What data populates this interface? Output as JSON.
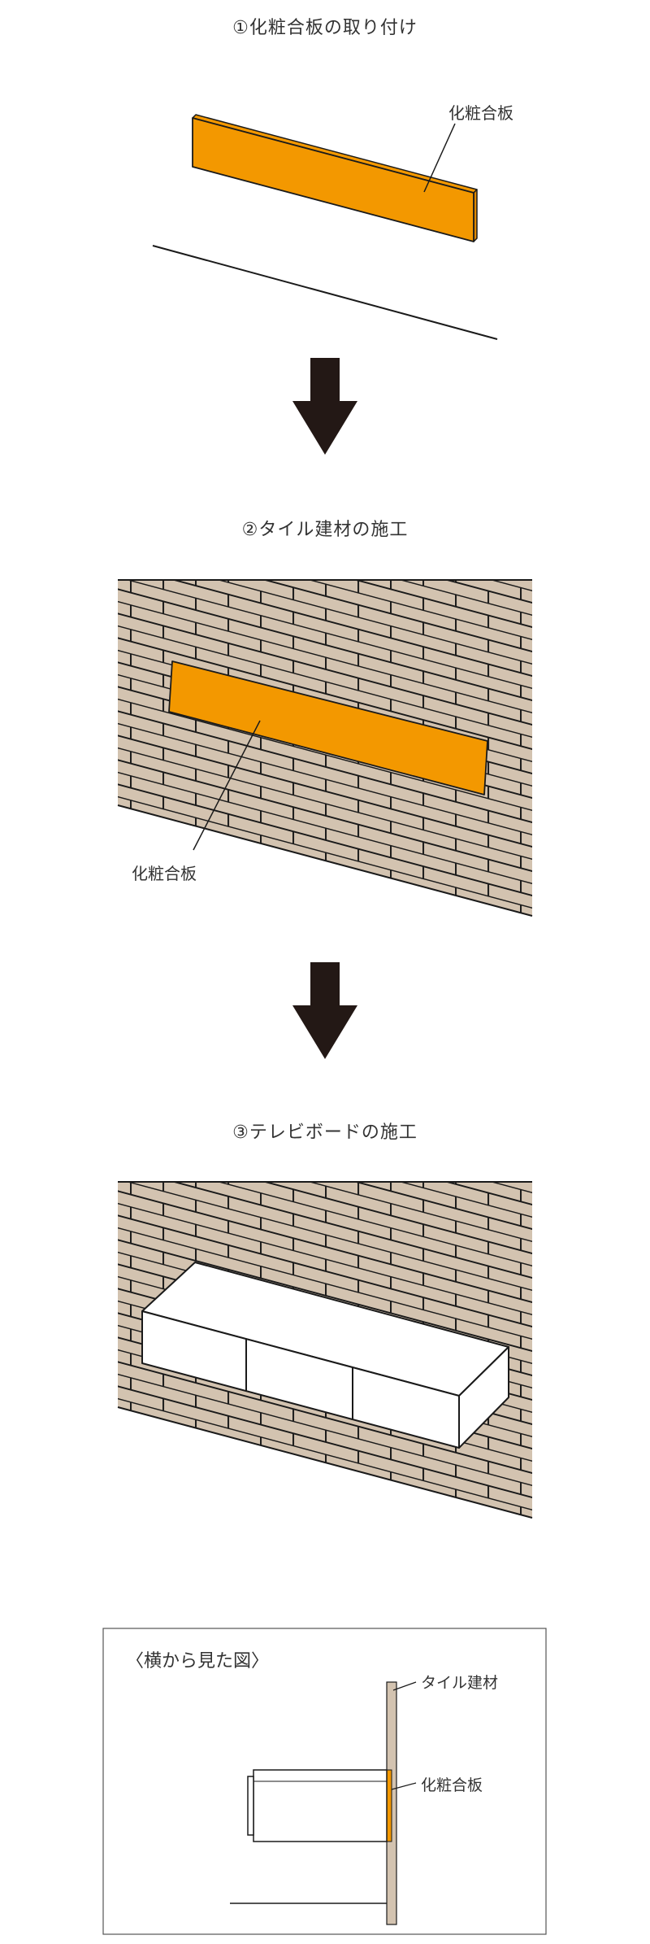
{
  "steps": [
    {
      "title": "①化粧合板の取り付け",
      "label": "化粧合板"
    },
    {
      "title": "②タイル建材の施工",
      "label": "化粧合板"
    },
    {
      "title": "③テレビボードの施工"
    }
  ],
  "side_view": {
    "title": "〈横から見た図〉",
    "tile_label": "タイル建材",
    "plywood_label": "化粧合板"
  },
  "colors": {
    "plywood": "#F39800",
    "tile": "#D3C3B0",
    "arrow": "#231815",
    "line": "#1a1a1a"
  }
}
